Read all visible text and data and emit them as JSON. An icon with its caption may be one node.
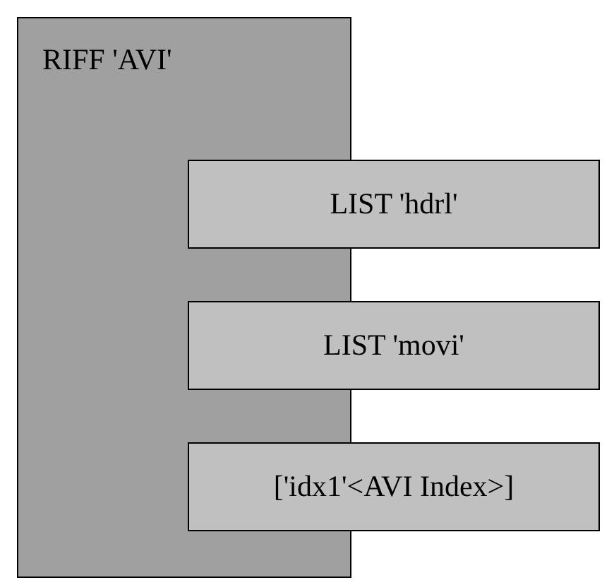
{
  "diagram": {
    "nodes": [
      {
        "text": [
          "RIFF 'AVI'"
        ]
      },
      {
        "text": [
          "LIST 'hdrl'"
        ]
      },
      {
        "text": [
          "LIST 'movi'"
        ]
      },
      {
        "text": [
          "['idx1'<AVI Index>]"
        ]
      }
    ]
  }
}
